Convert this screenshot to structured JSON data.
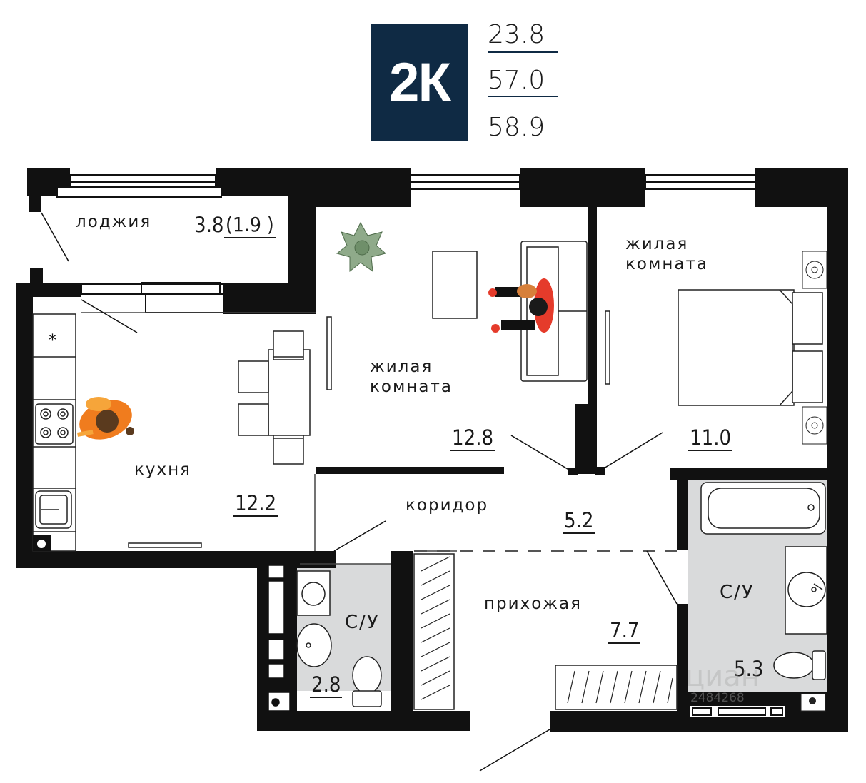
{
  "header": {
    "type_badge": "2К",
    "living_area": "23.8",
    "total_area": "57.0",
    "area_with_balcony": "58.9"
  },
  "rooms": {
    "loggia": {
      "label": "лоджия",
      "area": "3.8",
      "area_reduced": "(1.9 )"
    },
    "living_room_1": {
      "label_line1": "жилая",
      "label_line2": "комната",
      "area": "12.8"
    },
    "living_room_2": {
      "label_line1": "жилая",
      "label_line2": "комната",
      "area": "11.0"
    },
    "kitchen": {
      "label": "кухня",
      "area": "12.2"
    },
    "corridor": {
      "label": "коридор",
      "area": "5.2"
    },
    "hallway": {
      "label": "прихожая",
      "area": "7.7"
    },
    "bathroom_small": {
      "label": "С/У",
      "area": "2.8"
    },
    "bathroom_large": {
      "label": "С/У",
      "area": "5.3"
    }
  },
  "watermark": {
    "brand": "циан",
    "listing_id": "2484268"
  },
  "colors": {
    "badge": "#0f2a44",
    "wall": "#111111",
    "tile": "#d9dadb",
    "person_orange": "#f07c1e",
    "plant": "#8faa8a"
  }
}
